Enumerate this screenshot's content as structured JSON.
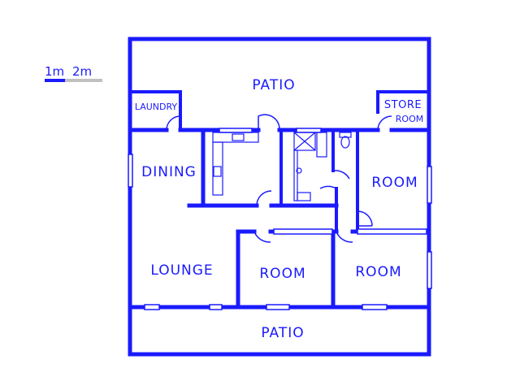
{
  "colors": {
    "wall": "#1a1aff",
    "scale_grey": "#c0c0c0"
  },
  "scale": {
    "label_1": "1m",
    "label_2": "2m"
  },
  "rooms": {
    "patio_top": "PATIO",
    "patio_bottom": "PATIO",
    "laundry": "LAUNDRY",
    "store_line1": "STORE",
    "store_line2": "ROOM",
    "dining": "DINING",
    "lounge": "LOUNGE",
    "room_east": "ROOM",
    "room_center": "ROOM",
    "room_south_east": "ROOM"
  }
}
